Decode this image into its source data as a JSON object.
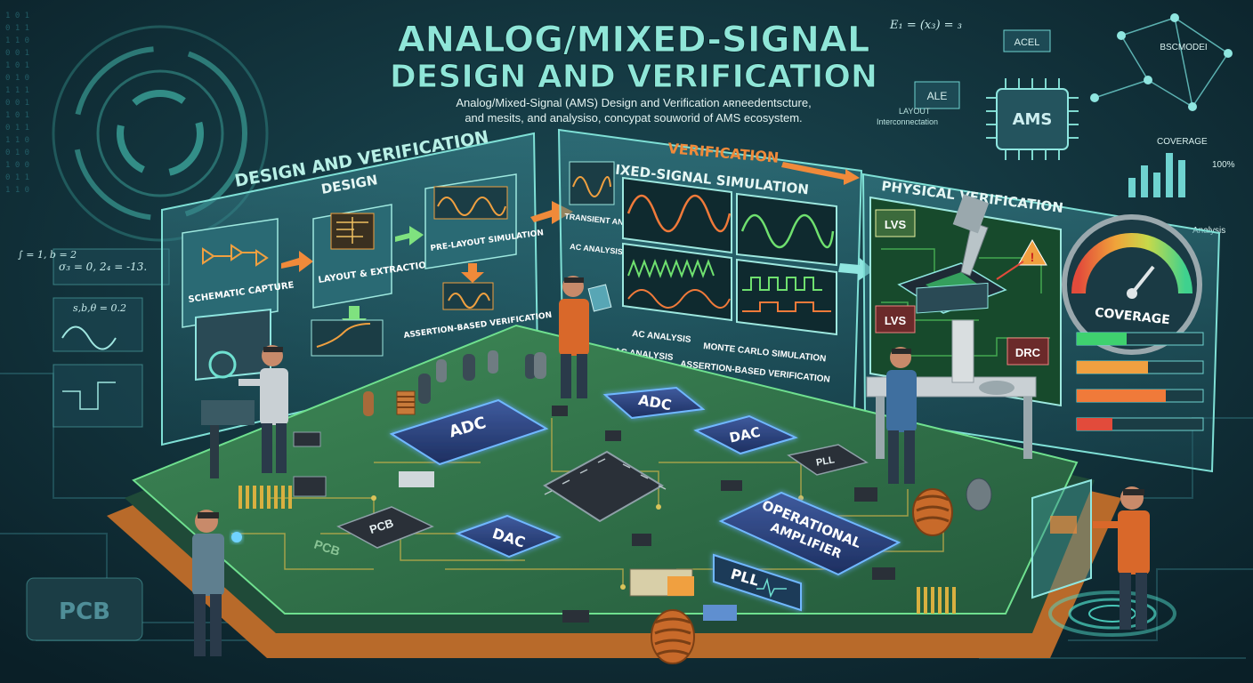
{
  "header": {
    "title_line1": "ANALOG/MIXED-SIGNAL",
    "title_line2": "DESIGN AND VERIFICATION",
    "subtitle_line1": "Analog/Mixed-Signal (AMS) Design and Verification ᴀʀneedentscture,",
    "subtitle_line2": "and mesits, and analysiso, concypat souworid of AMS ecosystem."
  },
  "design_panel": {
    "heading": "DESIGN AND VERIFICATION",
    "sub_heading": "DESIGN",
    "steps": {
      "schematic": "SCHEMATIC CAPTURE",
      "layout": "LAYOUT & EXTRACTION",
      "prelayout": "PRE-LAYOUT SIMULATION",
      "assertion": "ASSERTION-BASED VERIFICATION"
    }
  },
  "verification_panel": {
    "heading": "VERIFICATION",
    "sub_heading": "MIXED-SIGNAL SIMULATION",
    "side_labels": {
      "transient": "TRANSIENT ANALYSIS",
      "ac": "AC ANALYSIS"
    },
    "bottom_labels": {
      "ac1": "AC ANALYSIS",
      "ac2": "AC ANALYSIS",
      "monte_carlo": "MONTE CARLO SIMULATION",
      "assertion": "ASSERTION-BASED VERIFICATION"
    }
  },
  "physical_panel": {
    "heading": "PHYSICAL VERIFICATION",
    "lvs_top": "LVS",
    "lvs_bottom": "LVS",
    "drc": "DRC",
    "coverage": "COVERAGE"
  },
  "top_right": {
    "acel": "ACEL",
    "bscmodel": "BSCMODEI",
    "ams_chip": "AMS",
    "ale": "ALE",
    "coverage": "COVERAGE",
    "percent": "100%",
    "analysis": "Analysis",
    "layout_note_line1": "LAYOUT",
    "layout_note_line2": "Interconnectation",
    "formula": "E₁ = (x₃) = ₃"
  },
  "left_decor": {
    "formula1": "σ₃ = 0, 2₄ = -13.",
    "formula2": "s,b,θ = 0.2",
    "formula3": "∫ = 1, b = 2"
  },
  "board": {
    "adc_main": "ADC",
    "adc_right": "ADC",
    "dac_right": "DAC",
    "dac_front": "DAC",
    "pll_right": "PLL",
    "pll_front": "PLL",
    "pcb_chip": "PCB",
    "pcb_edge": "PCB",
    "opamp_line1": "OPERATIONAL",
    "opamp_line2": "AMPLIFIER",
    "floor_pcb": "PCB"
  },
  "colors": {
    "background": "#0f2a33",
    "accent_teal": "#5fe0d0",
    "accent_orange": "#f08a3a",
    "title_teal": "#8fe6d8",
    "board_green": "#2f6b48",
    "chip_blue": "#3a8ff0"
  },
  "icons": [
    "arrow-right-icon",
    "arrow-down-icon",
    "warning-icon",
    "gauge-icon",
    "person-icon",
    "chip-icon",
    "inductor-icon",
    "microscope-icon",
    "waveform-icon"
  ]
}
